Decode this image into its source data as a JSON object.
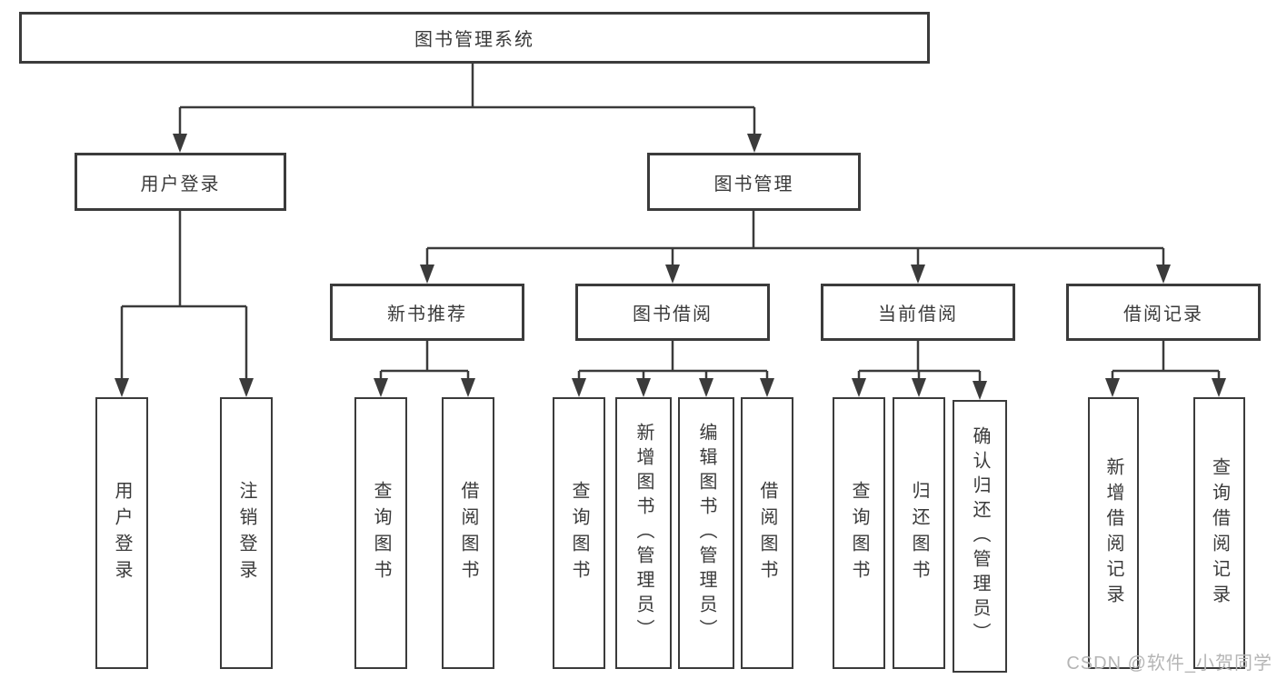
{
  "diagram": {
    "root": {
      "label": "图书管理系统"
    },
    "branches": [
      {
        "label": "用户登录",
        "children": [
          {
            "label": "用户登录"
          },
          {
            "label": "注销登录"
          }
        ]
      },
      {
        "label": "图书管理",
        "groups": [
          {
            "label": "新书推荐",
            "children": [
              {
                "label": "查询图书"
              },
              {
                "label": "借阅图书"
              }
            ]
          },
          {
            "label": "图书借阅",
            "children": [
              {
                "label": "查询图书"
              },
              {
                "label": "新增图书（管理员）"
              },
              {
                "label": "编辑图书（管理员）"
              },
              {
                "label": "借阅图书"
              }
            ]
          },
          {
            "label": "当前借阅",
            "children": [
              {
                "label": "查询图书"
              },
              {
                "label": "归还图书"
              },
              {
                "label": "确认归还（管理员）"
              }
            ]
          },
          {
            "label": "借阅记录",
            "children": [
              {
                "label": "新增借阅记录"
              },
              {
                "label": "查询借阅记录"
              }
            ]
          }
        ]
      }
    ]
  },
  "watermark": {
    "text": "CSDN @软件_小贺同学"
  },
  "colors": {
    "line": "#3b3b3b",
    "box_border": "#3b3b3b",
    "text": "#3a3a3a",
    "watermark": "#b5b5b5",
    "background": "#ffffff"
  }
}
